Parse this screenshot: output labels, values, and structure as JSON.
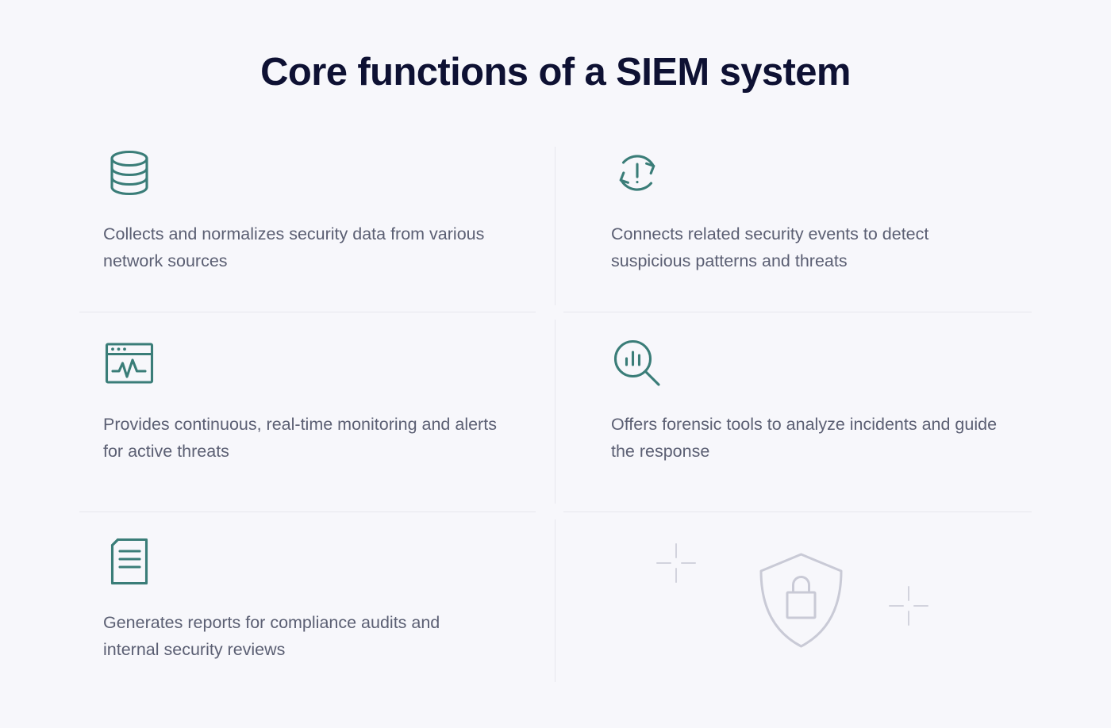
{
  "page": {
    "title": "Core functions of a SIEM system",
    "background_color": "#f7f7fb",
    "title_color": "#0e1133",
    "body_text_color": "#5b5f73",
    "icon_accent_color": "#3a7d78",
    "divider_color": "#e6e6ed",
    "decoration_color": "#c9cad6"
  },
  "cards": [
    {
      "icon": "database-icon",
      "text": "Collects and normalizes security data from various network sources"
    },
    {
      "icon": "alert-sync-icon",
      "text": "Connects related security events to detect suspicious patterns and threats"
    },
    {
      "icon": "monitoring-window-icon",
      "text": "Provides continuous, real-time monitoring and alerts for active threats"
    },
    {
      "icon": "magnifier-chart-icon",
      "text": "Offers forensic tools to analyze incidents and guide the response"
    },
    {
      "icon": "document-lines-icon",
      "text": "Generates reports for compliance audits and internal security reviews"
    }
  ],
  "decoration": {
    "shield_icon": "shield-lock-icon",
    "spark_left": "plus-spark-icon",
    "spark_right": "plus-spark-icon"
  }
}
